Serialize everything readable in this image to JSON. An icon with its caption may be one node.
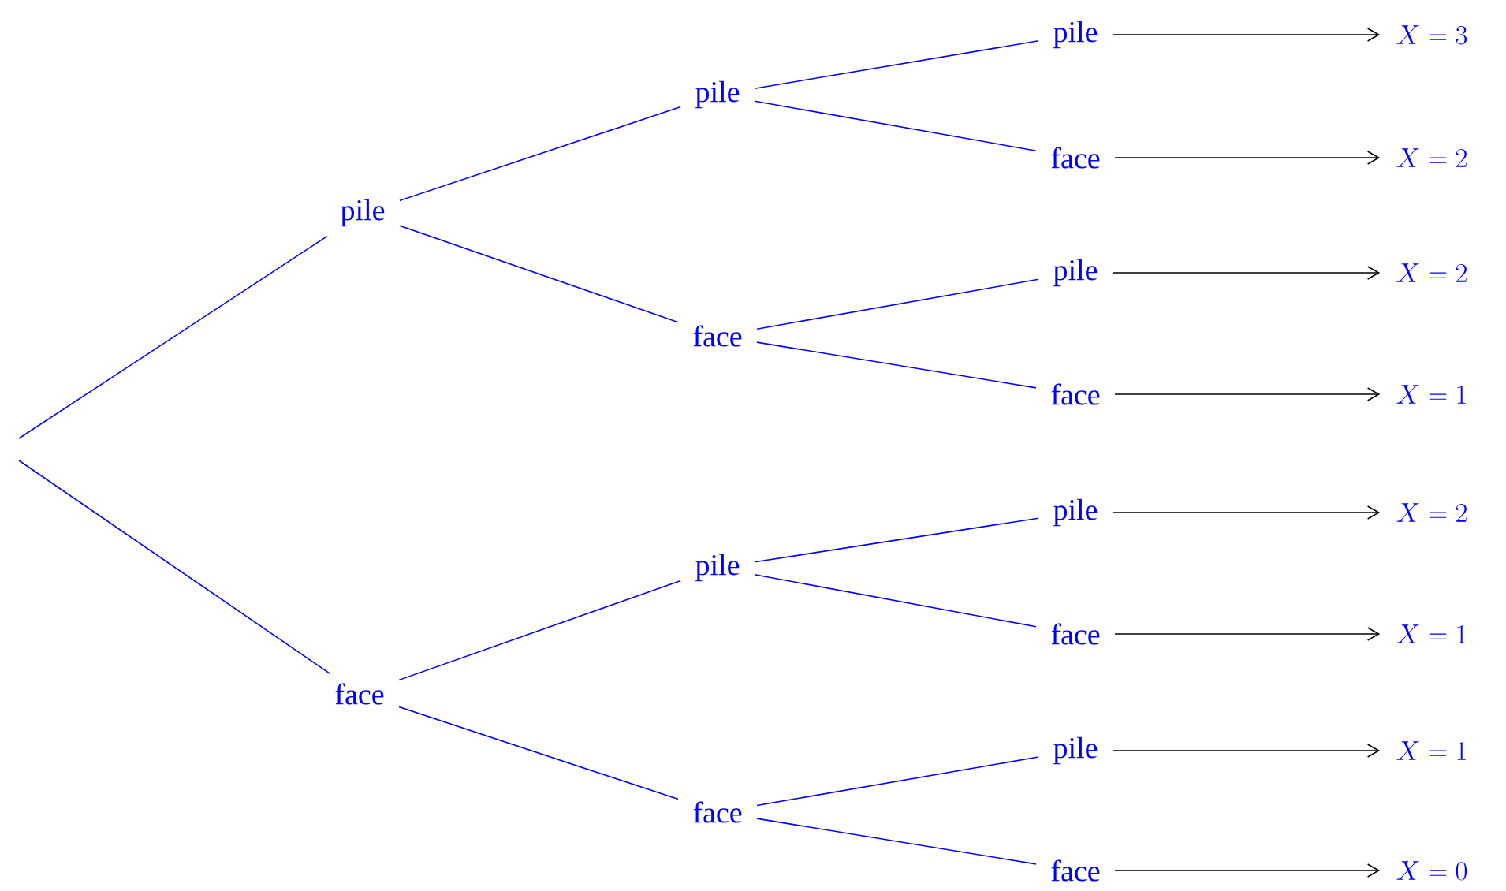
{
  "diagram": {
    "nodes": [
      {
        "text": [
          "pile"
        ]
      },
      {
        "text": [
          "face"
        ]
      },
      {
        "text": [
          "pile"
        ]
      },
      {
        "text": [
          "face"
        ]
      },
      {
        "text": [
          "pile"
        ]
      },
      {
        "text": [
          "face"
        ]
      },
      {
        "text": [
          "pile"
        ]
      },
      {
        "text": [
          "face"
        ]
      },
      {
        "text": [
          "pile"
        ]
      },
      {
        "text": [
          "face"
        ]
      },
      {
        "text": [
          "pile"
        ]
      },
      {
        "text": [
          "face"
        ]
      },
      {
        "text": [
          "pile"
        ]
      },
      {
        "text": [
          "face"
        ]
      },
      {
        "text": [
          "X = 3"
        ]
      },
      {
        "text": [
          "X = 2"
        ]
      },
      {
        "text": [
          "X = 2"
        ]
      },
      {
        "text": [
          "X = 1"
        ]
      },
      {
        "text": [
          "X = 2"
        ]
      },
      {
        "text": [
          "X = 1"
        ]
      },
      {
        "text": [
          "X = 1"
        ]
      },
      {
        "text": [
          "X = 0"
        ]
      }
    ],
    "edges": [
      {
        "from": null,
        "to": 0,
        "arrow": "none"
      },
      {
        "from": null,
        "to": 1,
        "arrow": "none"
      },
      {
        "from": 0,
        "to": 2,
        "arrow": "none"
      },
      {
        "from": 0,
        "to": 3,
        "arrow": "none"
      },
      {
        "from": 1,
        "to": 4,
        "arrow": "none"
      },
      {
        "from": 1,
        "to": 5,
        "arrow": "none"
      },
      {
        "from": 2,
        "to": 6,
        "arrow": "none"
      },
      {
        "from": 2,
        "to": 7,
        "arrow": "none"
      },
      {
        "from": 3,
        "to": 8,
        "arrow": "none"
      },
      {
        "from": 3,
        "to": 9,
        "arrow": "none"
      },
      {
        "from": 4,
        "to": 10,
        "arrow": "none"
      },
      {
        "from": 4,
        "to": 11,
        "arrow": "none"
      },
      {
        "from": 5,
        "to": 12,
        "arrow": "none"
      },
      {
        "from": 5,
        "to": 13,
        "arrow": "none"
      },
      {
        "from": 6,
        "to": 14,
        "arrow": "to",
        "color": "#000000"
      },
      {
        "from": 7,
        "to": 15,
        "arrow": "to",
        "color": "#000000"
      },
      {
        "from": 8,
        "to": 16,
        "arrow": "to",
        "color": "#000000"
      },
      {
        "from": 9,
        "to": 17,
        "arrow": "to",
        "color": "#000000"
      },
      {
        "from": 10,
        "to": 18,
        "arrow": "to",
        "color": "#000000"
      },
      {
        "from": 11,
        "to": 19,
        "arrow": "to",
        "color": "#000000"
      },
      {
        "from": 12,
        "to": 20,
        "arrow": "to",
        "color": "#000000"
      },
      {
        "from": 13,
        "to": 21,
        "arrow": "to",
        "color": "#000000"
      }
    ]
  }
}
